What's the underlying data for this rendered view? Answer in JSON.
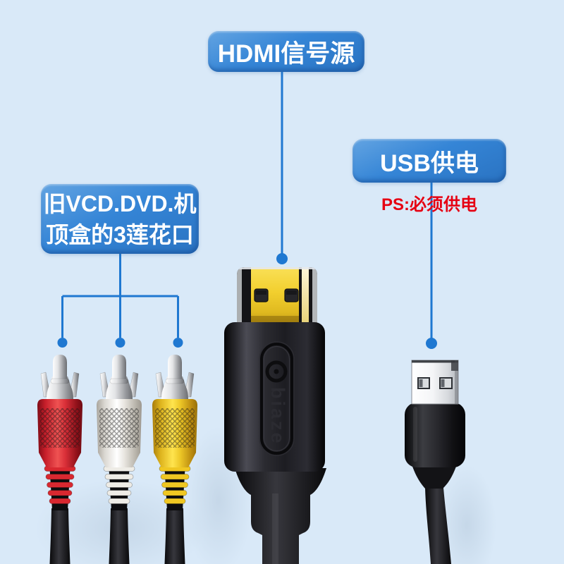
{
  "page": {
    "background_color": "#d9e9f8",
    "kind": "annotated product image"
  },
  "callouts": {
    "hdmi": {
      "label": "HDMI信号源"
    },
    "usb": {
      "label": "USB供电",
      "note": "PS:必须供电"
    },
    "rca": {
      "label_line1": "旧VCD.DVD.机",
      "label_line2": "顶盒的3莲花口"
    }
  },
  "brand": {
    "text": "biaze"
  },
  "colors": {
    "callout_blue": "#2f7ecf",
    "pointer_blue": "#1f78d1",
    "note_red": "#e60012",
    "rca_red": "#d8232f",
    "rca_white": "#f2efe9",
    "rca_yellow": "#f0c928",
    "hdmi_gold": "#efcb2d"
  }
}
